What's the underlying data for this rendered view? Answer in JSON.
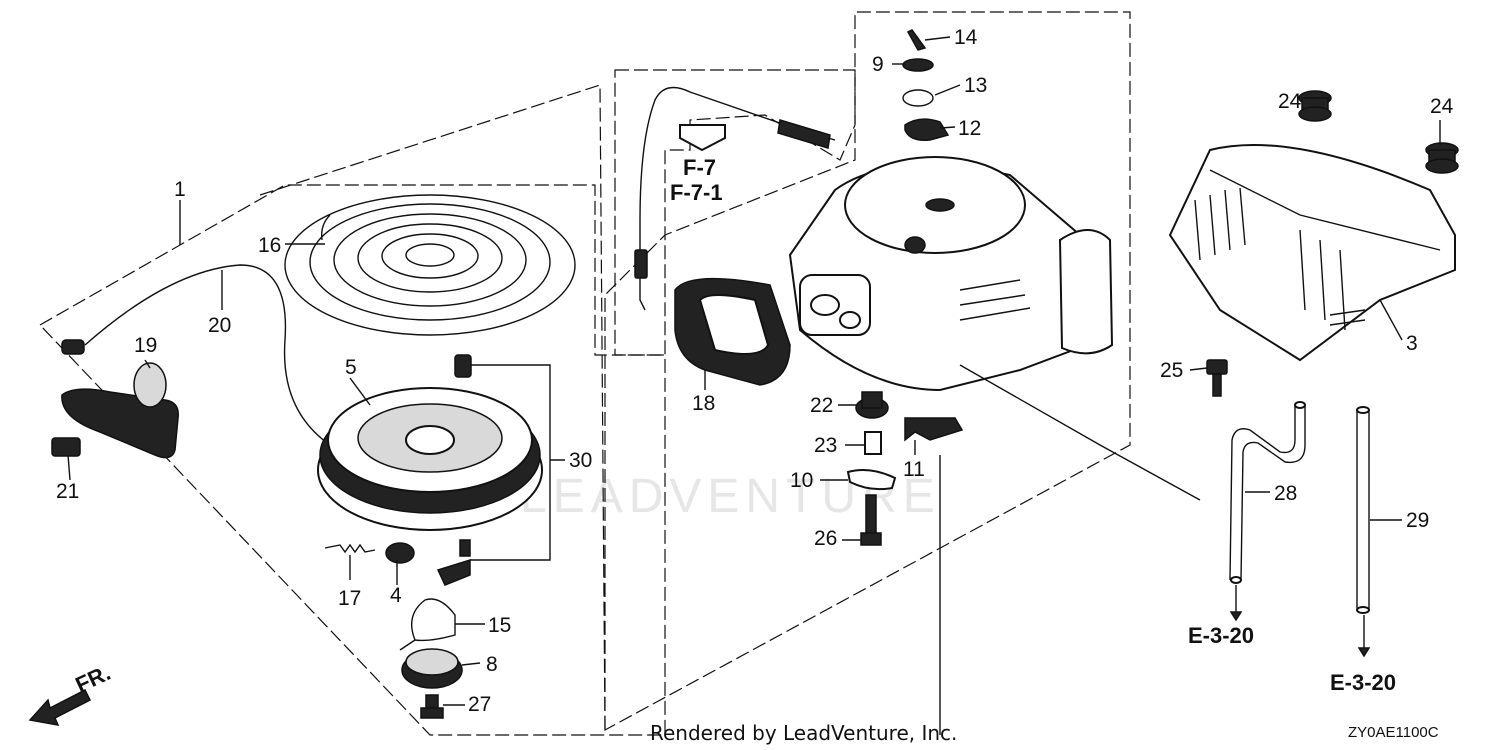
{
  "diagram": {
    "callouts": [
      {
        "id": "1",
        "label": "1"
      },
      {
        "id": "3",
        "label": "3"
      },
      {
        "id": "4",
        "label": "4"
      },
      {
        "id": "5",
        "label": "5"
      },
      {
        "id": "8",
        "label": "8"
      },
      {
        "id": "9",
        "label": "9"
      },
      {
        "id": "10",
        "label": "10"
      },
      {
        "id": "11",
        "label": "11"
      },
      {
        "id": "12",
        "label": "12"
      },
      {
        "id": "13",
        "label": "13"
      },
      {
        "id": "14",
        "label": "14"
      },
      {
        "id": "15",
        "label": "15"
      },
      {
        "id": "16",
        "label": "16"
      },
      {
        "id": "17",
        "label": "17"
      },
      {
        "id": "18",
        "label": "18"
      },
      {
        "id": "19",
        "label": "19"
      },
      {
        "id": "20",
        "label": "20"
      },
      {
        "id": "21",
        "label": "21"
      },
      {
        "id": "22",
        "label": "22"
      },
      {
        "id": "23",
        "label": "23"
      },
      {
        "id": "24a",
        "label": "24"
      },
      {
        "id": "24b",
        "label": "24"
      },
      {
        "id": "25",
        "label": "25"
      },
      {
        "id": "26",
        "label": "26"
      },
      {
        "id": "27",
        "label": "27"
      },
      {
        "id": "28",
        "label": "28"
      },
      {
        "id": "29",
        "label": "29"
      },
      {
        "id": "30",
        "label": "30"
      }
    ],
    "references": {
      "f7": "F-7",
      "f71": "F-7-1",
      "e320a": "E-3-20",
      "e320b": "E-3-20"
    },
    "direction_label": "FR.",
    "watermark": "LEADVENTURE",
    "credit": "Rendered by LeadVenture, Inc.",
    "diagram_code": "ZY0AE1100C"
  }
}
